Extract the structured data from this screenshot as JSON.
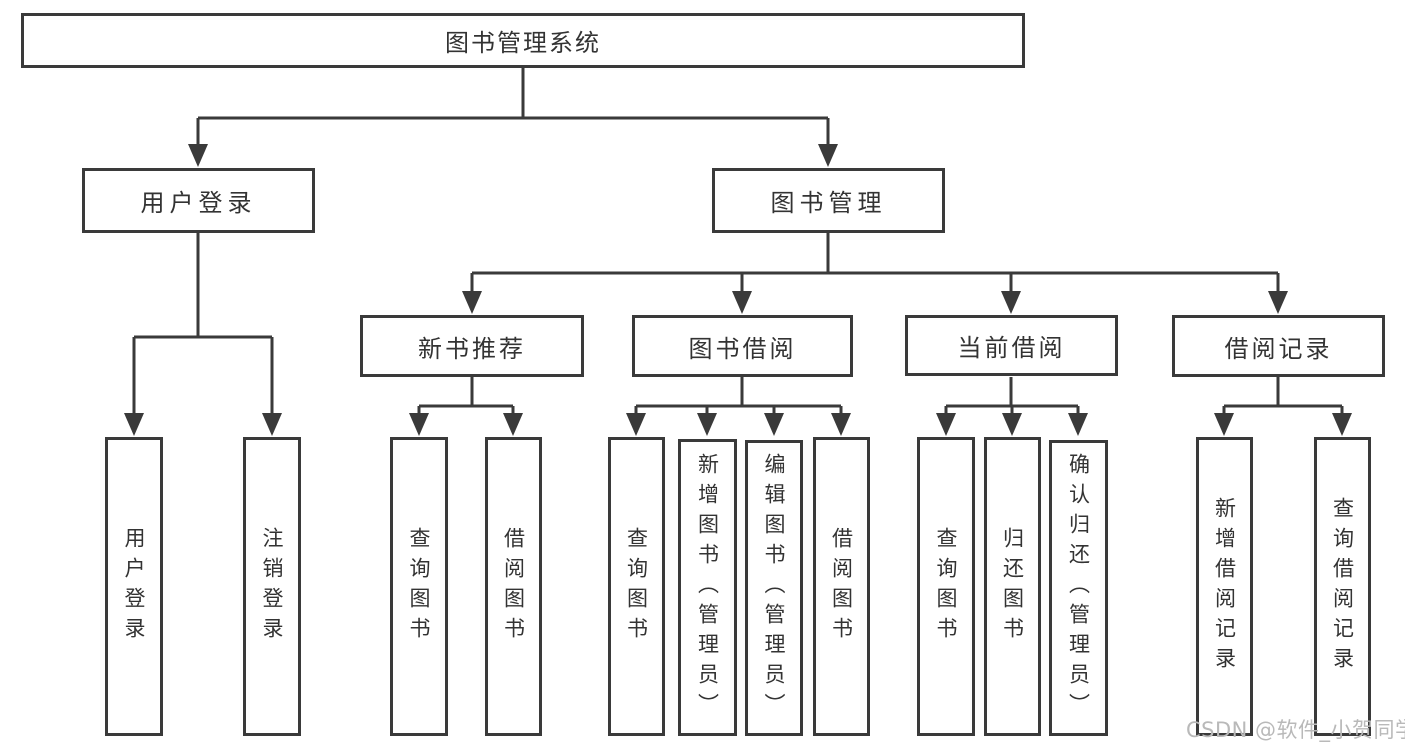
{
  "diagram": {
    "colors": {
      "line": "#3a3a3a",
      "text": "#333333",
      "watermark": "#b9b9b9",
      "background": "#ffffff"
    },
    "root": {
      "label": "图书管理系统"
    },
    "branches": [
      {
        "label": "用户登录",
        "children": [
          {
            "label": "用户登录"
          },
          {
            "label": "注销登录"
          }
        ]
      },
      {
        "label": "图书管理",
        "groups": [
          {
            "label": "新书推荐",
            "children": [
              {
                "label": "查询图书"
              },
              {
                "label": "借阅图书"
              }
            ]
          },
          {
            "label": "图书借阅",
            "children": [
              {
                "label": "查询图书"
              },
              {
                "label": "新增图书（管理员）"
              },
              {
                "label": "编辑图书（管理员）"
              },
              {
                "label": "借阅图书"
              }
            ]
          },
          {
            "label": "当前借阅",
            "children": [
              {
                "label": "查询图书"
              },
              {
                "label": "归还图书"
              },
              {
                "label": "确认归还（管理员）"
              }
            ]
          },
          {
            "label": "借阅记录",
            "children": [
              {
                "label": "新增借阅记录"
              },
              {
                "label": "查询借阅记录"
              }
            ]
          }
        ]
      }
    ],
    "watermark": "CSDN @软件_小贺同学"
  }
}
